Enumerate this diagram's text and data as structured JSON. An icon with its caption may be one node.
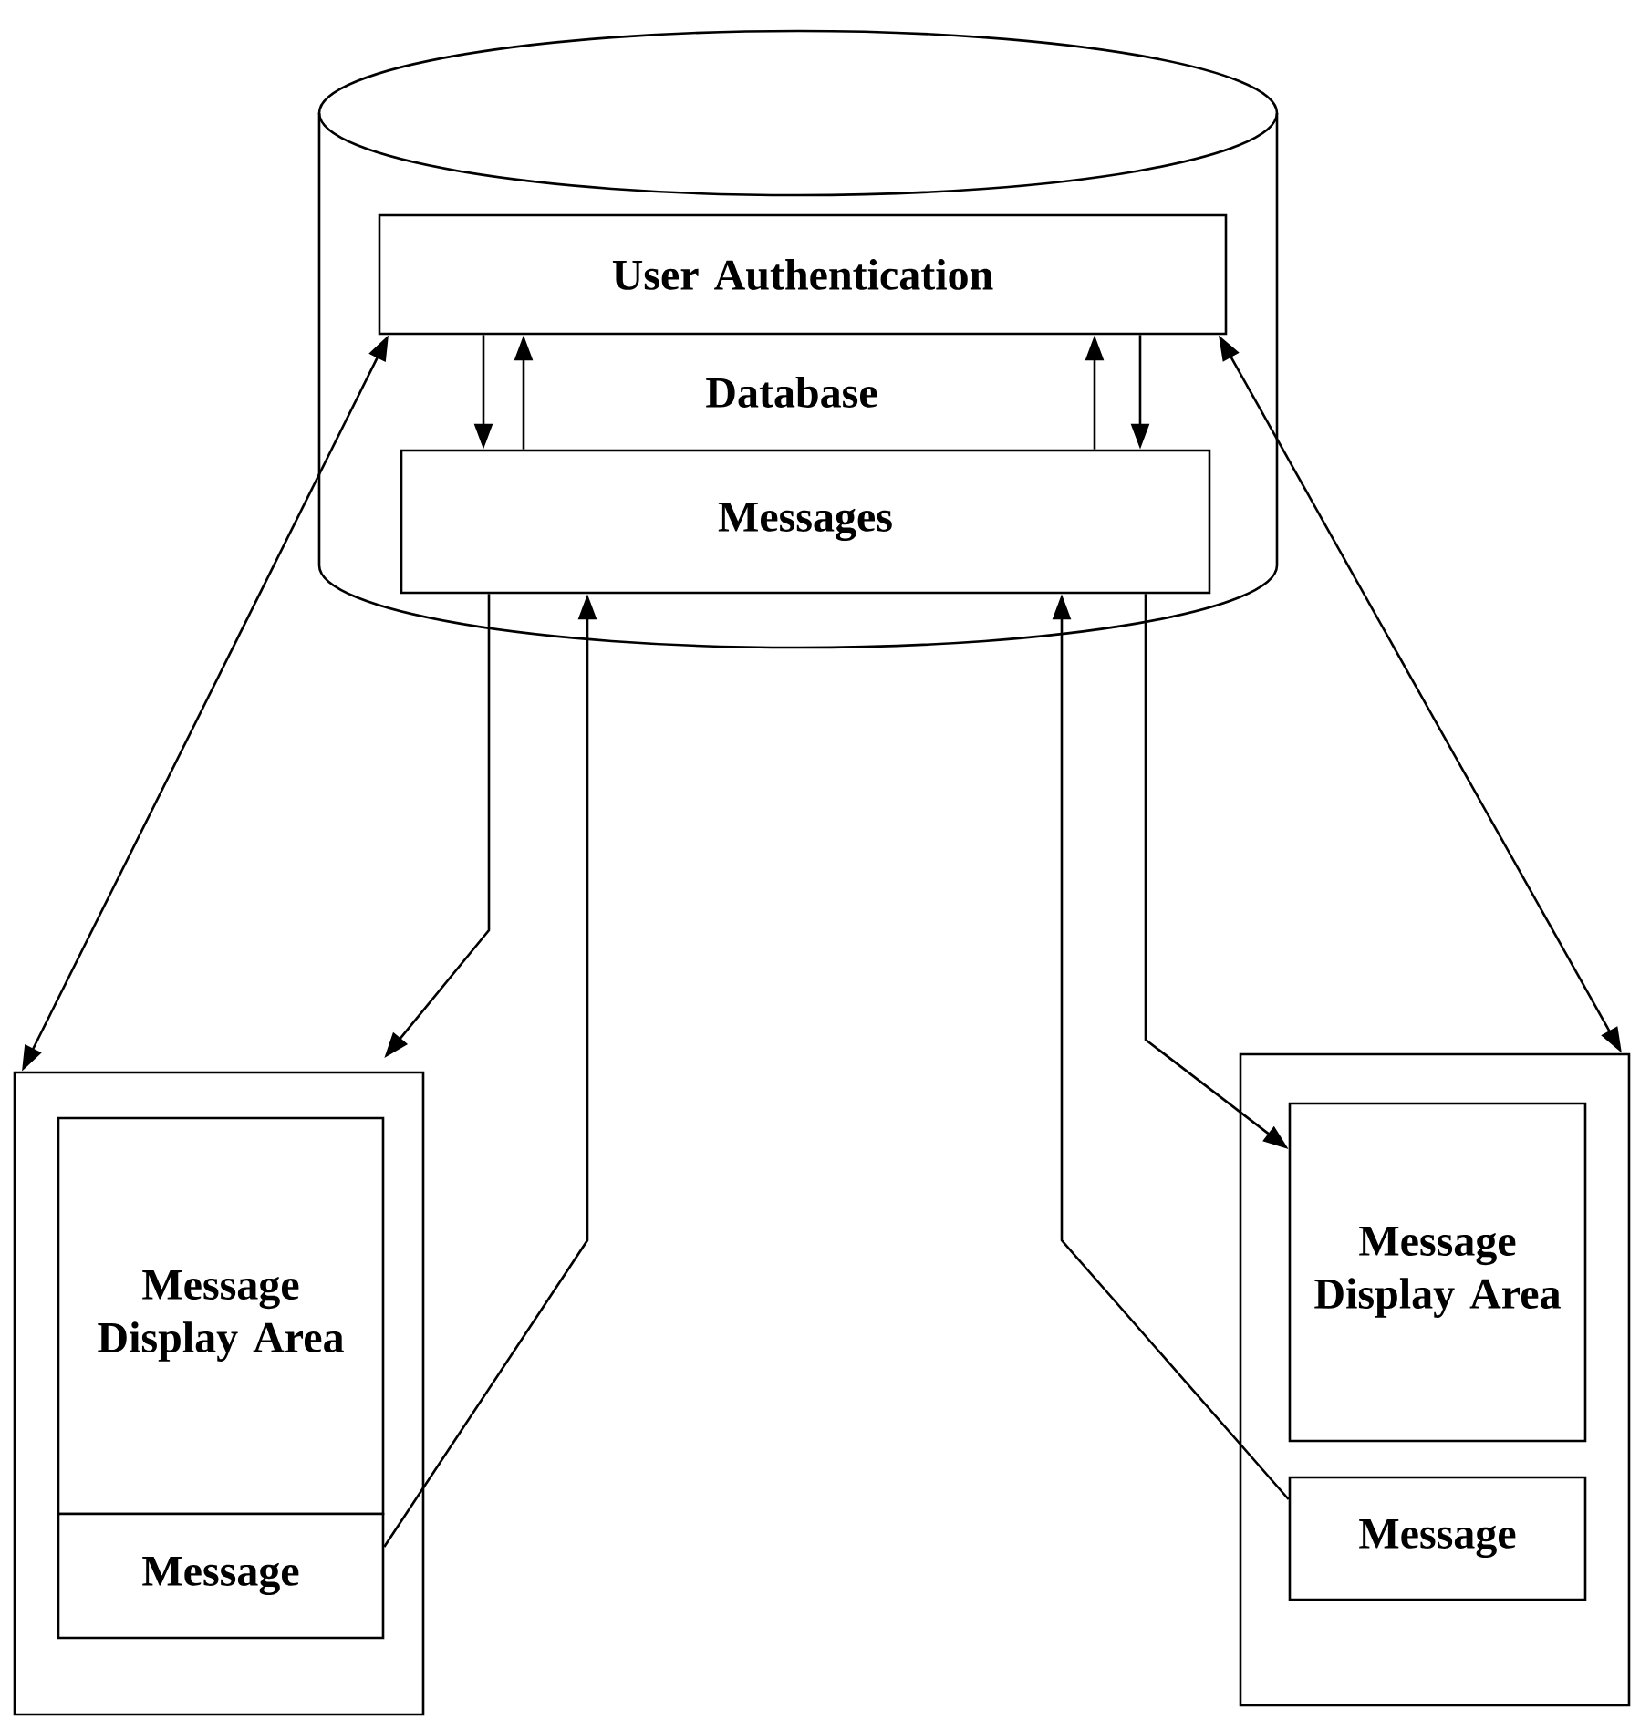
{
  "diagram": {
    "nodes": [
      {
        "text": [
          "Database"
        ]
      },
      {
        "text": [
          "User Authentication"
        ],
        "in": 0
      },
      {
        "text": [
          "Messages"
        ],
        "in": 0
      },
      {
        "text": [],
        "shape": "box"
      },
      {
        "text": [
          "Message Display Area"
        ],
        "in": 3
      },
      {
        "text": [
          "Message"
        ],
        "in": 3
      },
      {
        "text": [],
        "shape": "box"
      },
      {
        "text": [
          "Message Display Area"
        ],
        "in": 6
      },
      {
        "text": [
          "Message"
        ],
        "in": 6
      }
    ],
    "edges": [
      {
        "from": 1,
        "to": 2,
        "arrow": "to"
      },
      {
        "from": 2,
        "to": 1,
        "arrow": "to"
      },
      {
        "from": 2,
        "to": 1,
        "arrow": "to"
      },
      {
        "from": 1,
        "to": 2,
        "arrow": "to"
      },
      {
        "from": 1,
        "to": 3,
        "arrow": "both"
      },
      {
        "from": 1,
        "to": 6,
        "arrow": "both"
      },
      {
        "from": 2,
        "to": 4,
        "arrow": "to"
      },
      {
        "from": 5,
        "to": 2,
        "arrow": "to"
      },
      {
        "from": 8,
        "to": 2,
        "arrow": "to"
      },
      {
        "from": 2,
        "to": 7,
        "arrow": "to"
      }
    ]
  }
}
